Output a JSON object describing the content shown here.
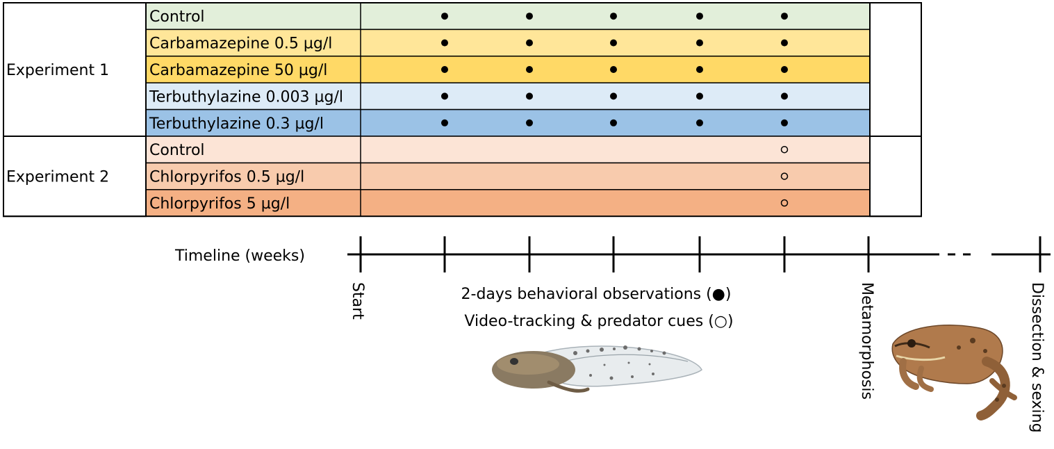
{
  "colors": {
    "control1": "#e2efda",
    "carba_low": "#ffe699",
    "carba_high": "#ffd966",
    "terbu_low": "#ddebf7",
    "terbu_high": "#9bc2e6",
    "control2": "#fce4d6",
    "chlor_low": "#f8cbad",
    "chlor_high": "#f4b084",
    "line": "#000000"
  },
  "experiments": [
    {
      "label": "Experiment 1",
      "marker": "filled",
      "treatments": [
        {
          "label": "Control",
          "color_key": "control1"
        },
        {
          "label": "Carbamazepine 0.5 µg/l",
          "color_key": "carba_low"
        },
        {
          "label": "Carbamazepine 50 µg/l",
          "color_key": "carba_high"
        },
        {
          "label": "Terbuthylazine 0.003 µg/l",
          "color_key": "terbu_low"
        },
        {
          "label": "Terbuthylazine 0.3 µg/l",
          "color_key": "terbu_high"
        }
      ],
      "observation_weeks": [
        1,
        2,
        3,
        4,
        5
      ]
    },
    {
      "label": "Experiment 2",
      "marker": "open",
      "treatments": [
        {
          "label": "Control",
          "color_key": "control2"
        },
        {
          "label": "Chlorpyrifos 0.5 µg/l",
          "color_key": "chlor_low"
        },
        {
          "label": "Chlorpyrifos 5 µg/l",
          "color_key": "chlor_high"
        }
      ],
      "observation_weeks": [
        5
      ]
    }
  ],
  "timeline": {
    "label": "Timeline (weeks)",
    "start_label": "Start",
    "metamorphosis_label": "Metamorphosis",
    "end_label": "Dissection & sexing"
  },
  "legend": {
    "filled": "2-days behavioral observations (●)",
    "open": "Video-tracking & predator cues (○)"
  },
  "illustrations": [
    "tadpole-illustration",
    "frog-illustration"
  ]
}
